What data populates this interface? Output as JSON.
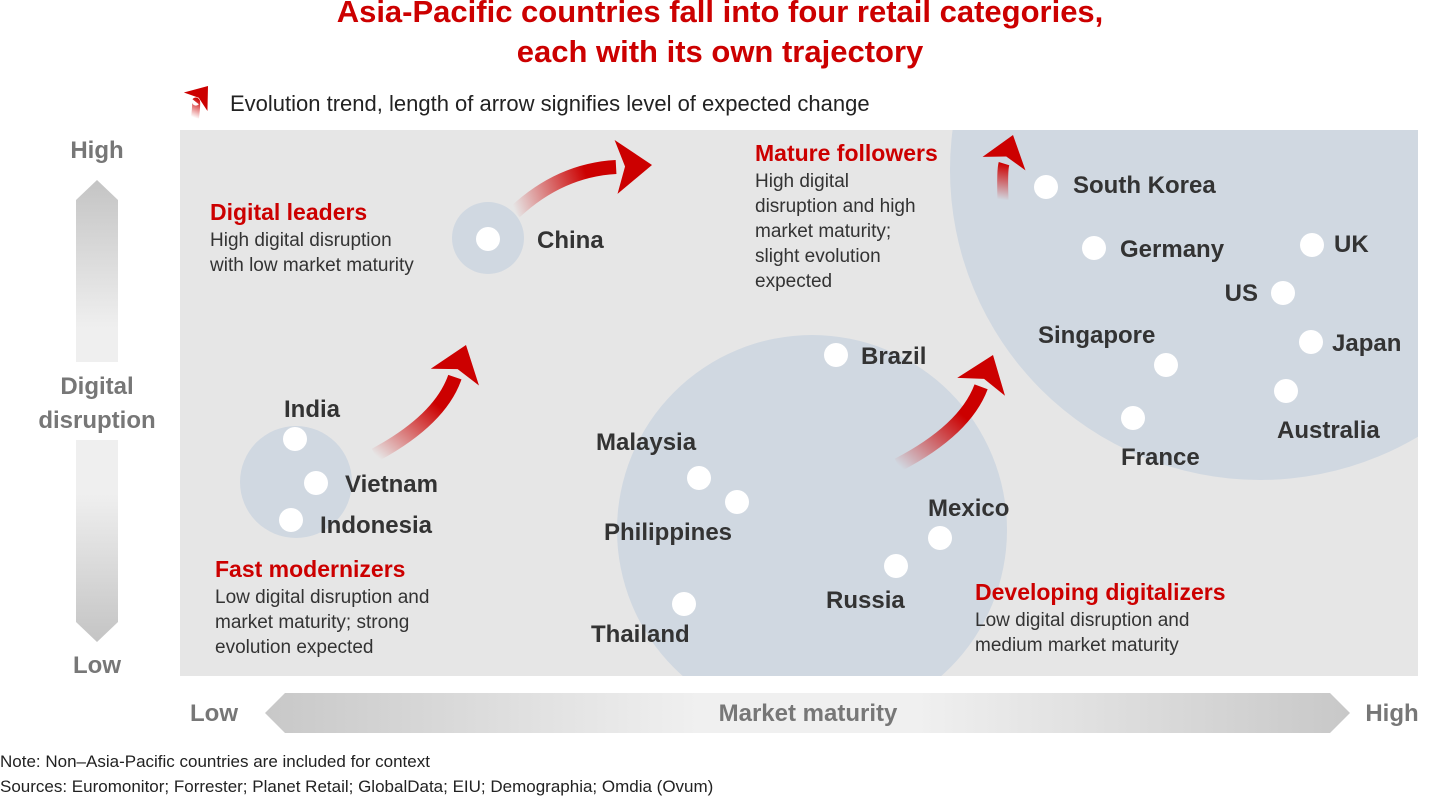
{
  "title": [
    "Asia-Pacific countries fall into four retail categories,",
    "each with its own trajectory"
  ],
  "legend": {
    "icon": "red-arrow-icon",
    "label": "Evolution trend, length of arrow signifies level of expected change"
  },
  "y_axis": {
    "high": "High",
    "label": [
      "Digital",
      "disruption"
    ],
    "low": "Low"
  },
  "x_axis": {
    "low": "Low",
    "label": "Market maturity",
    "high": "High"
  },
  "categories": [
    {
      "name": "Digital leaders",
      "description": [
        "High digital disruption",
        "with low market maturity"
      ]
    },
    {
      "name": "Mature followers",
      "description": [
        "High digital",
        "disruption and high",
        "market maturity;",
        "slight evolution",
        "expected"
      ]
    },
    {
      "name": "Fast modernizers",
      "description": [
        "Low digital disruption and",
        "market maturity; strong",
        "evolution expected"
      ]
    },
    {
      "name": "Developing digitalizers",
      "description": [
        "Low digital disruption and",
        "medium market maturity"
      ]
    }
  ],
  "countries": [
    "China",
    "India",
    "Vietnam",
    "Indonesia",
    "Malaysia",
    "Philippines",
    "Thailand",
    "Brazil",
    "Mexico",
    "Russia",
    "South Korea",
    "Germany",
    "UK",
    "US",
    "Singapore",
    "Japan",
    "France",
    "Australia"
  ],
  "notes": [
    "Note: Non–Asia-Pacific countries are included for context",
    "Sources: Euromonitor; Forrester; Planet Retail; GlobalData; EIU; Demographia; Omdia (Ovum)"
  ],
  "colors": {
    "accent": "#cc0000",
    "panel": "#e6e6e6",
    "cluster": "#d0d8e1",
    "axis": "#c8c8c8"
  }
}
